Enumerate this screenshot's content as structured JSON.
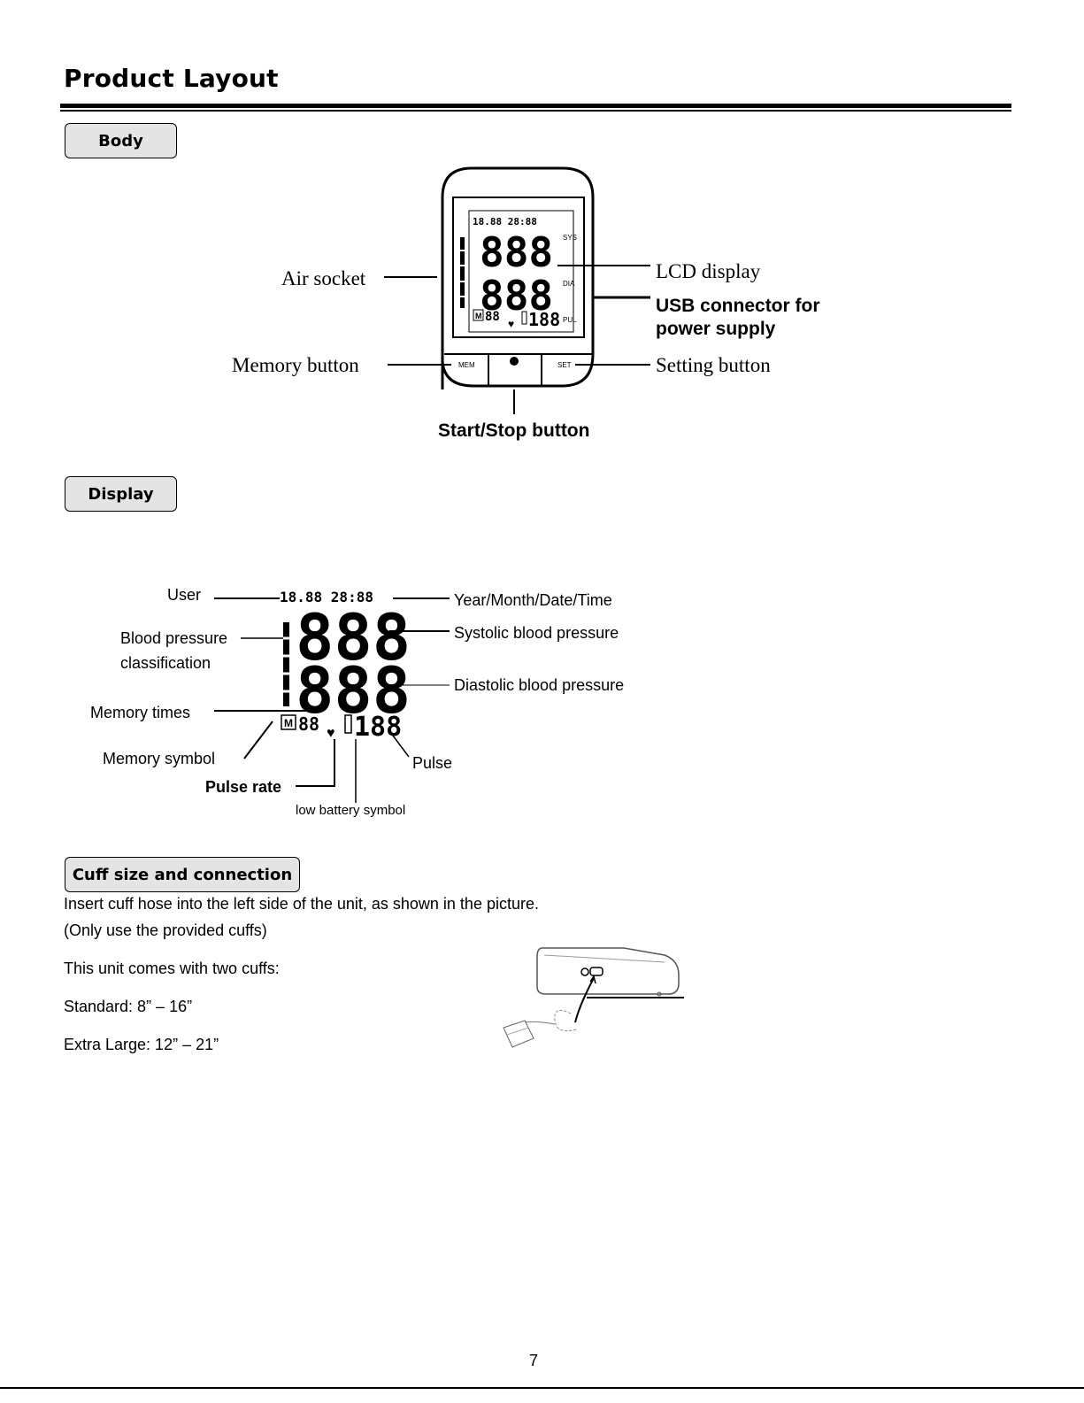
{
  "page": {
    "title": "Product Layout",
    "number": "7"
  },
  "sections": {
    "body": {
      "label": "Body"
    },
    "display": {
      "label": "Display"
    },
    "cuff": {
      "label": "Cuff size and connection"
    }
  },
  "body_diagram": {
    "air_socket": "Air socket",
    "lcd_display": "LCD display",
    "usb_line1": "USB connector for",
    "usb_line2": "power supply",
    "memory_button": "Memory button",
    "setting_button": "Setting button",
    "start_stop": "Start/Stop button",
    "mem_key": "MEM",
    "set_key": "SET",
    "sys_unit": "SYS",
    "dia_unit": "DIA",
    "pul_unit": "PUL",
    "digits": "888",
    "small_digits": "88",
    "pulse_digits": "188",
    "date_time": "18.88 28:88",
    "memory_mark": "M"
  },
  "display_diagram": {
    "user": "User",
    "bp_class_line1": "Blood  pressure",
    "bp_class_line2": "classification",
    "memory_times": "Memory times",
    "memory_symbol": "Memory symbol",
    "pulse_rate": "Pulse  rate",
    "low_battery": "low battery symbol",
    "pulse": "Pulse",
    "year_month": "Year/Month/Date/Time",
    "systolic": "Systolic blood pressure",
    "diastolic": "Diastolic blood pressure"
  },
  "cuff_text": {
    "line1": "Insert cuff hose into the left side of the unit, as shown in the picture.",
    "line2": "(Only use the provided cuffs)",
    "line3": "This unit comes with two cuffs:",
    "line4": "Standard: 8” – 16”",
    "line5": "Extra Large: 12” – 21”"
  }
}
